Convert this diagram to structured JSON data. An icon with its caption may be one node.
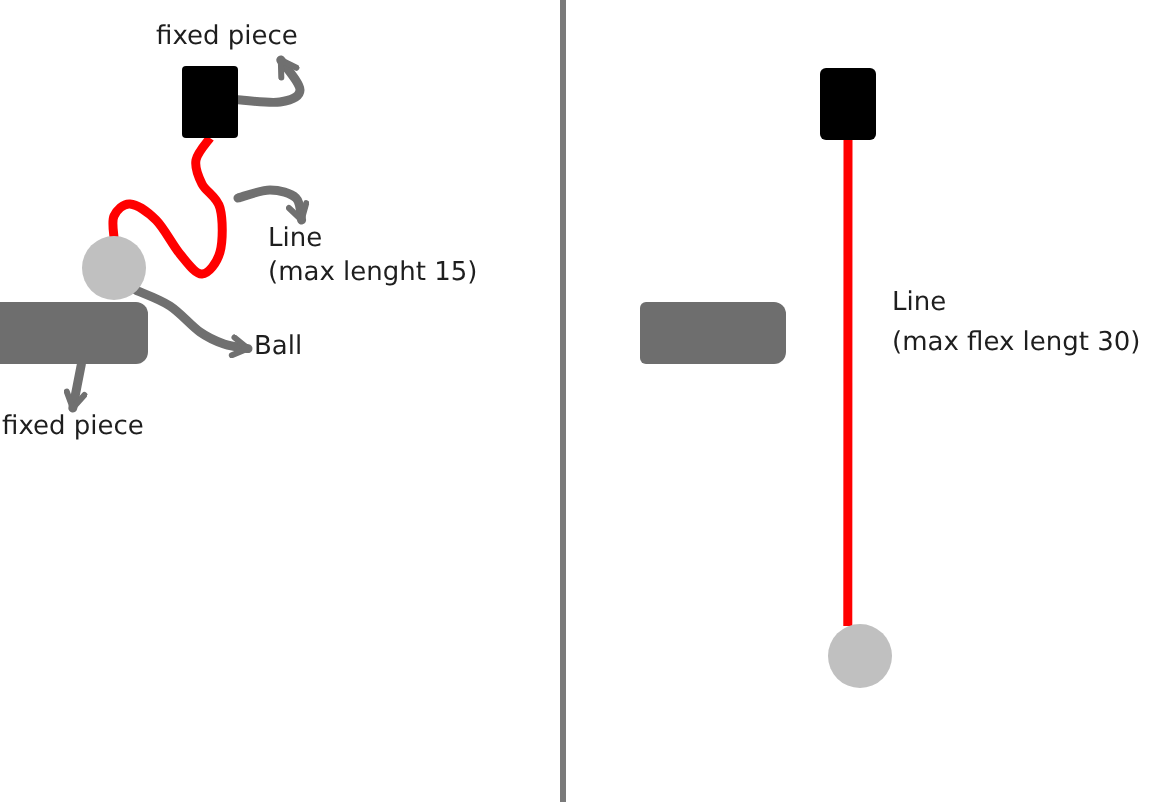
{
  "diagram": {
    "nodes": [
      {
        "text": [
          "fixed piece"
        ]
      },
      {
        "text": [],
        "shape": "box"
      },
      {
        "text": [
          "Line",
          "(max lenght 15)"
        ]
      },
      {
        "text": [],
        "shape": "circle"
      },
      {
        "text": [
          "Ball"
        ]
      },
      {
        "text": [],
        "shape": "box"
      },
      {
        "text": [
          "fixed piece"
        ]
      },
      {
        "text": [],
        "shape": "box"
      },
      {
        "text": [],
        "shape": "box"
      },
      {
        "text": [],
        "shape": "circle"
      }
    ],
    "edges": [
      {
        "from": 1,
        "to": 0,
        "arrow": "to"
      },
      {
        "from": 1,
        "to": 3,
        "arrow": "none",
        "color": "#ff0000"
      },
      {
        "from": null,
        "to": 2,
        "arrow": "to"
      },
      {
        "from": 3,
        "to": 4,
        "arrow": "to"
      },
      {
        "from": 5,
        "to": 6,
        "arrow": "to"
      },
      {
        "from": 7,
        "to": 9,
        "arrow": "none",
        "color": "#ff0000"
      }
    ],
    "labels": [
      "Line",
      "(max flex lengt 30)"
    ]
  }
}
